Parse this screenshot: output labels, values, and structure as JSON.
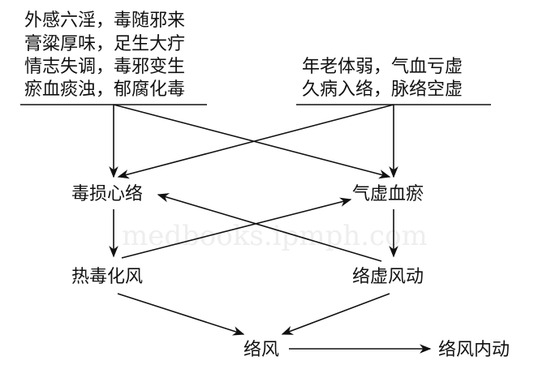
{
  "watermark": "medbooks.ipmph.com",
  "causes_left": [
    "外感六淫，毒随邪来",
    "膏粱厚味，足生大疔",
    "情志失调，毒邪变生",
    "瘀血痰浊，郁腐化毒"
  ],
  "causes_right": [
    "年老体弱，气血亏虚",
    "久病入络，脉络空虚"
  ],
  "nodes": {
    "toxin_damage": "毒损心络",
    "qi_deficiency_blood_stasis": "气虚血瘀",
    "heat_toxin_wind": "热毒化风",
    "collateral_deficiency_wind": "络虚风动",
    "collateral_wind": "络风",
    "internal_wind": "络风内动"
  }
}
